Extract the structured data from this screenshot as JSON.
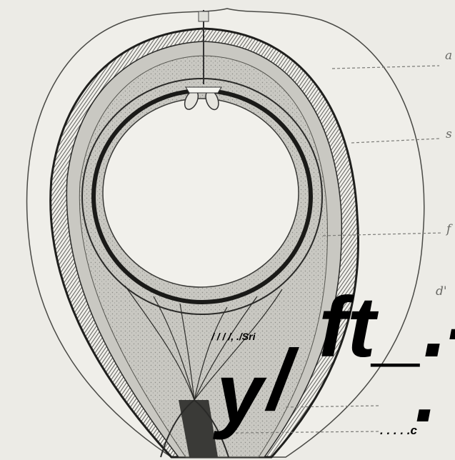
{
  "labels": {
    "a": "a",
    "s": "s",
    "f": "f",
    "d": "d'"
  },
  "overlay_text": {
    "y": "y",
    "slash": "/",
    "ft": "ft_.-",
    "sri": "/  / / /,      ./Sri",
    "dot": ".",
    "c": ". . . . .c"
  }
}
